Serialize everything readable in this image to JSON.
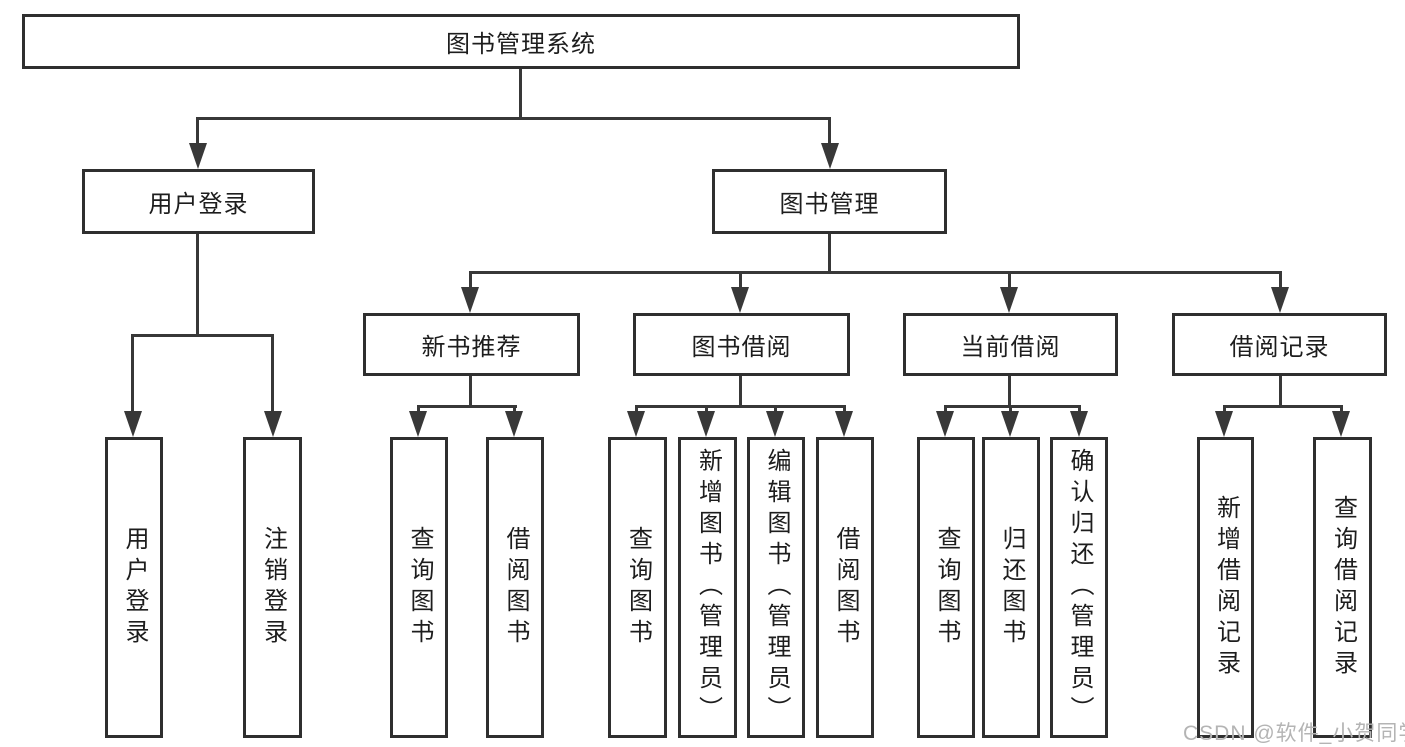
{
  "diagram": {
    "root": {
      "label": "图书管理系统",
      "children": [
        {
          "label": "用户登录",
          "children": [
            {
              "label": "用户登录"
            },
            {
              "label": "注销登录"
            }
          ]
        },
        {
          "label": "图书管理",
          "children": [
            {
              "label": "新书推荐",
              "children": [
                {
                  "label": "查询图书"
                },
                {
                  "label": "借阅图书"
                }
              ]
            },
            {
              "label": "图书借阅",
              "children": [
                {
                  "label": "查询图书"
                },
                {
                  "label": "新增图书（管理员）"
                },
                {
                  "label": "编辑图书（管理员）"
                },
                {
                  "label": "借阅图书"
                }
              ]
            },
            {
              "label": "当前借阅",
              "children": [
                {
                  "label": "查询图书"
                },
                {
                  "label": "归还图书"
                },
                {
                  "label": "确认归还（管理员）"
                }
              ]
            },
            {
              "label": "借阅记录",
              "children": [
                {
                  "label": "新增借阅记录"
                },
                {
                  "label": "查询借阅记录"
                }
              ]
            }
          ]
        }
      ]
    }
  },
  "watermark": {
    "text": "CSDN @软件_小贺同学"
  },
  "colors": {
    "background": "#ffffff",
    "box_border": "#2f2f2f",
    "connector_line": "#383838",
    "text": "#1d1d1d",
    "watermark": "#b4b4b4"
  }
}
